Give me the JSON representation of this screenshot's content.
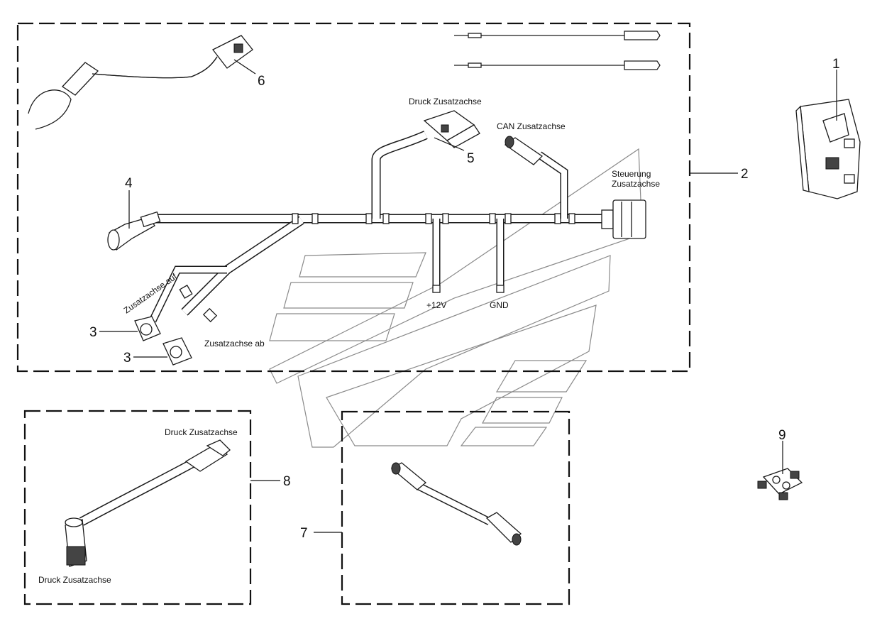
{
  "callouts": {
    "c1": "1",
    "c2": "2",
    "c3a": "3",
    "c3b": "3",
    "c4": "4",
    "c5": "5",
    "c6": "6",
    "c7": "7",
    "c8": "8",
    "c9": "9"
  },
  "labels": {
    "druck_top": "Druck Zusatzachse",
    "can": "CAN Zusatzachse",
    "steuerung_1": "Steuerung",
    "steuerung_2": "Zusatzachse",
    "auf": "Zusatzachse auf",
    "ab": "Zusatzachse ab",
    "plus12v": "+12V",
    "gnd": "GND",
    "druck_8_top": "Druck Zusatzachse",
    "druck_8_bottom": "Druck Zusatzachse"
  }
}
